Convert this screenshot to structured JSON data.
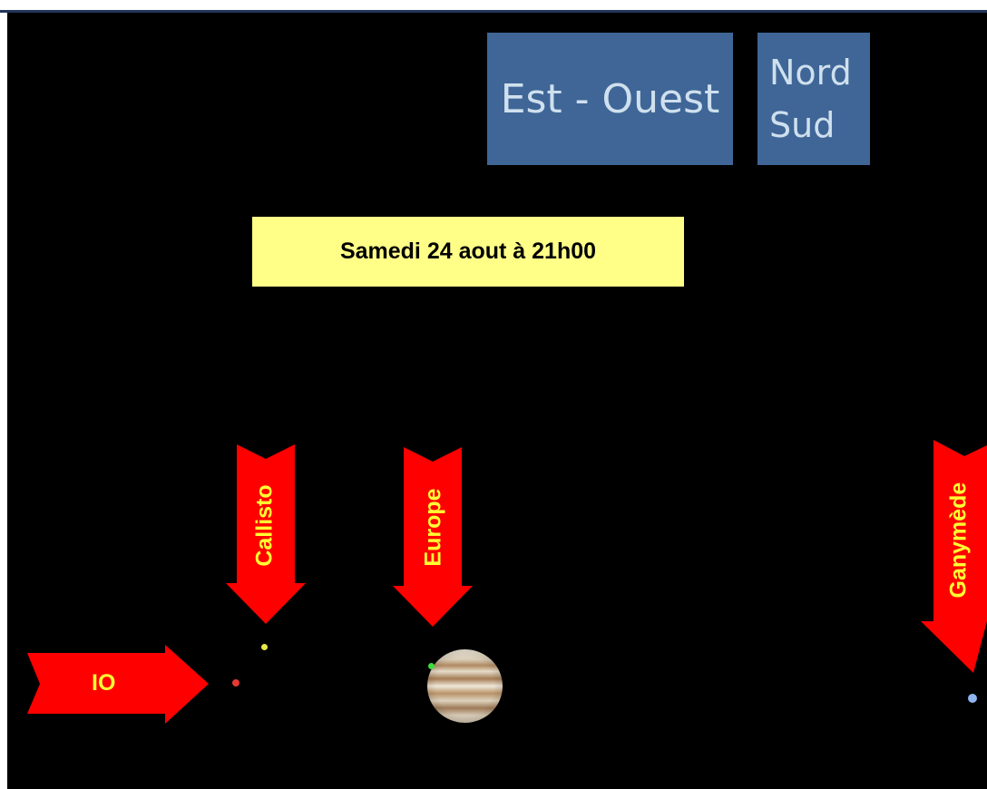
{
  "buttons": {
    "est_ouest": "Est - Ouest",
    "nord": "Nord",
    "sud": "Sud"
  },
  "date_label": "Samedi 24 aout à 21h00",
  "moons": {
    "io": {
      "label": "IO",
      "color": "#e53935"
    },
    "callisto": {
      "label": "Callisto",
      "color": "#e8e84a"
    },
    "europe": {
      "label": "Europe",
      "color": "#3ddc3d"
    },
    "ganymede": {
      "label": "Ganymède",
      "color": "#8fb4f0"
    }
  },
  "colors": {
    "background": "#000000",
    "button": "#3f6697",
    "button_text": "#cfe0ee",
    "date_box": "#ffff88",
    "arrow": "#ff0000",
    "arrow_label": "#ffff33"
  }
}
